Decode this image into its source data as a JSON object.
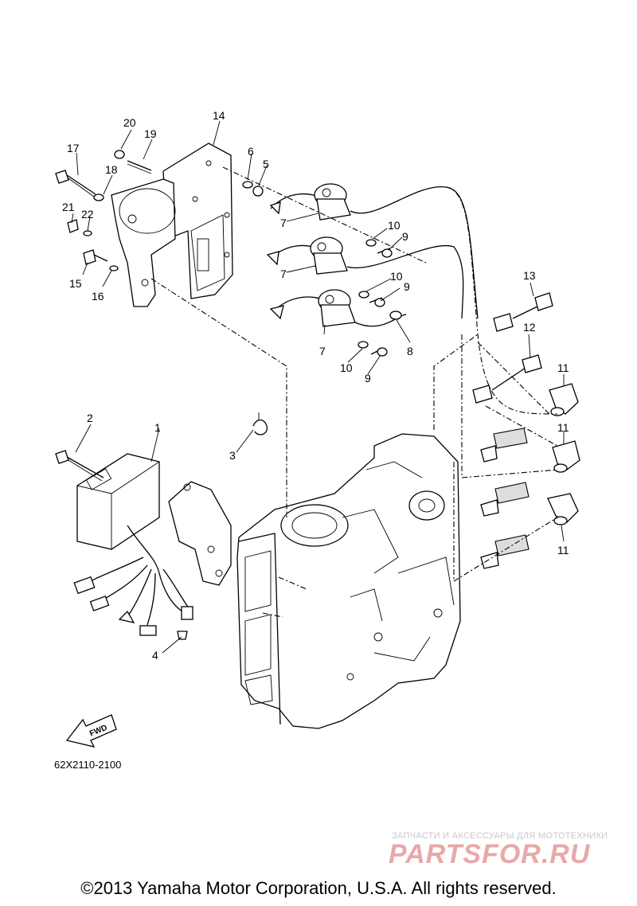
{
  "diagram": {
    "code": "62X2110-2100",
    "fwd_label": "FWD",
    "callouts": {
      "c1": "1",
      "c2": "2",
      "c3": "3",
      "c4": "4",
      "c5": "5",
      "c6": "6",
      "c7a": "7",
      "c7b": "7",
      "c7c": "7",
      "c8": "8",
      "c9a": "9",
      "c9b": "9",
      "c9c": "9",
      "c10a": "10",
      "c10b": "10",
      "c10c": "10",
      "c11a": "11",
      "c11b": "11",
      "c11c": "11",
      "c12": "12",
      "c13": "13",
      "c14": "14",
      "c15": "15",
      "c16": "16",
      "c17": "17",
      "c18": "18",
      "c19": "19",
      "c20": "20",
      "c21": "21",
      "c22": "22"
    }
  },
  "watermark": {
    "tagline": "ЗАПЧАСТИ И АКСЕССУАРЫ ДЛЯ МОТОТЕХНИКИ",
    "logo": "PARTSFOR.RU"
  },
  "footer": {
    "copyright": "©2013 Yamaha Motor Corporation, U.S.A. All rights reserved."
  }
}
